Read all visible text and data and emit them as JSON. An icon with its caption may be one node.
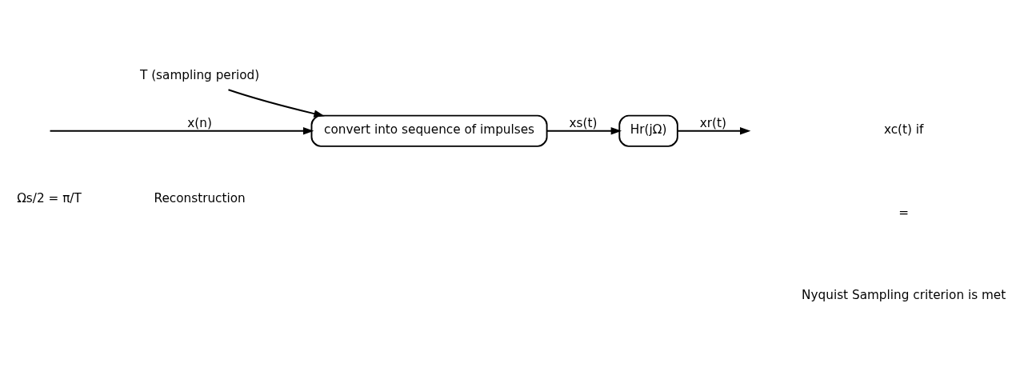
{
  "diagram": {
    "nodes": [
      {
        "text": [
          "T (sampling period)"
        ]
      },
      {
        "text": [
          "convert into sequence of impulses"
        ]
      },
      {
        "text": [
          "Hr(jΩ)"
        ]
      }
    ],
    "edges": [
      {
        "from": null,
        "to": 1,
        "arrow": "to",
        "label": "x(n)"
      },
      {
        "from": 0,
        "to": 1,
        "arrow": "to"
      },
      {
        "from": 1,
        "to": 2,
        "arrow": "to",
        "label": "xs(t)"
      },
      {
        "from": 2,
        "to": null,
        "arrow": "to",
        "label": "xr(t)"
      }
    ],
    "labels": [
      "Ωs/2 = π/T",
      "xc(t) if",
      "Reconstruction",
      "=",
      "Nyquist Sampling criterion is met"
    ]
  }
}
